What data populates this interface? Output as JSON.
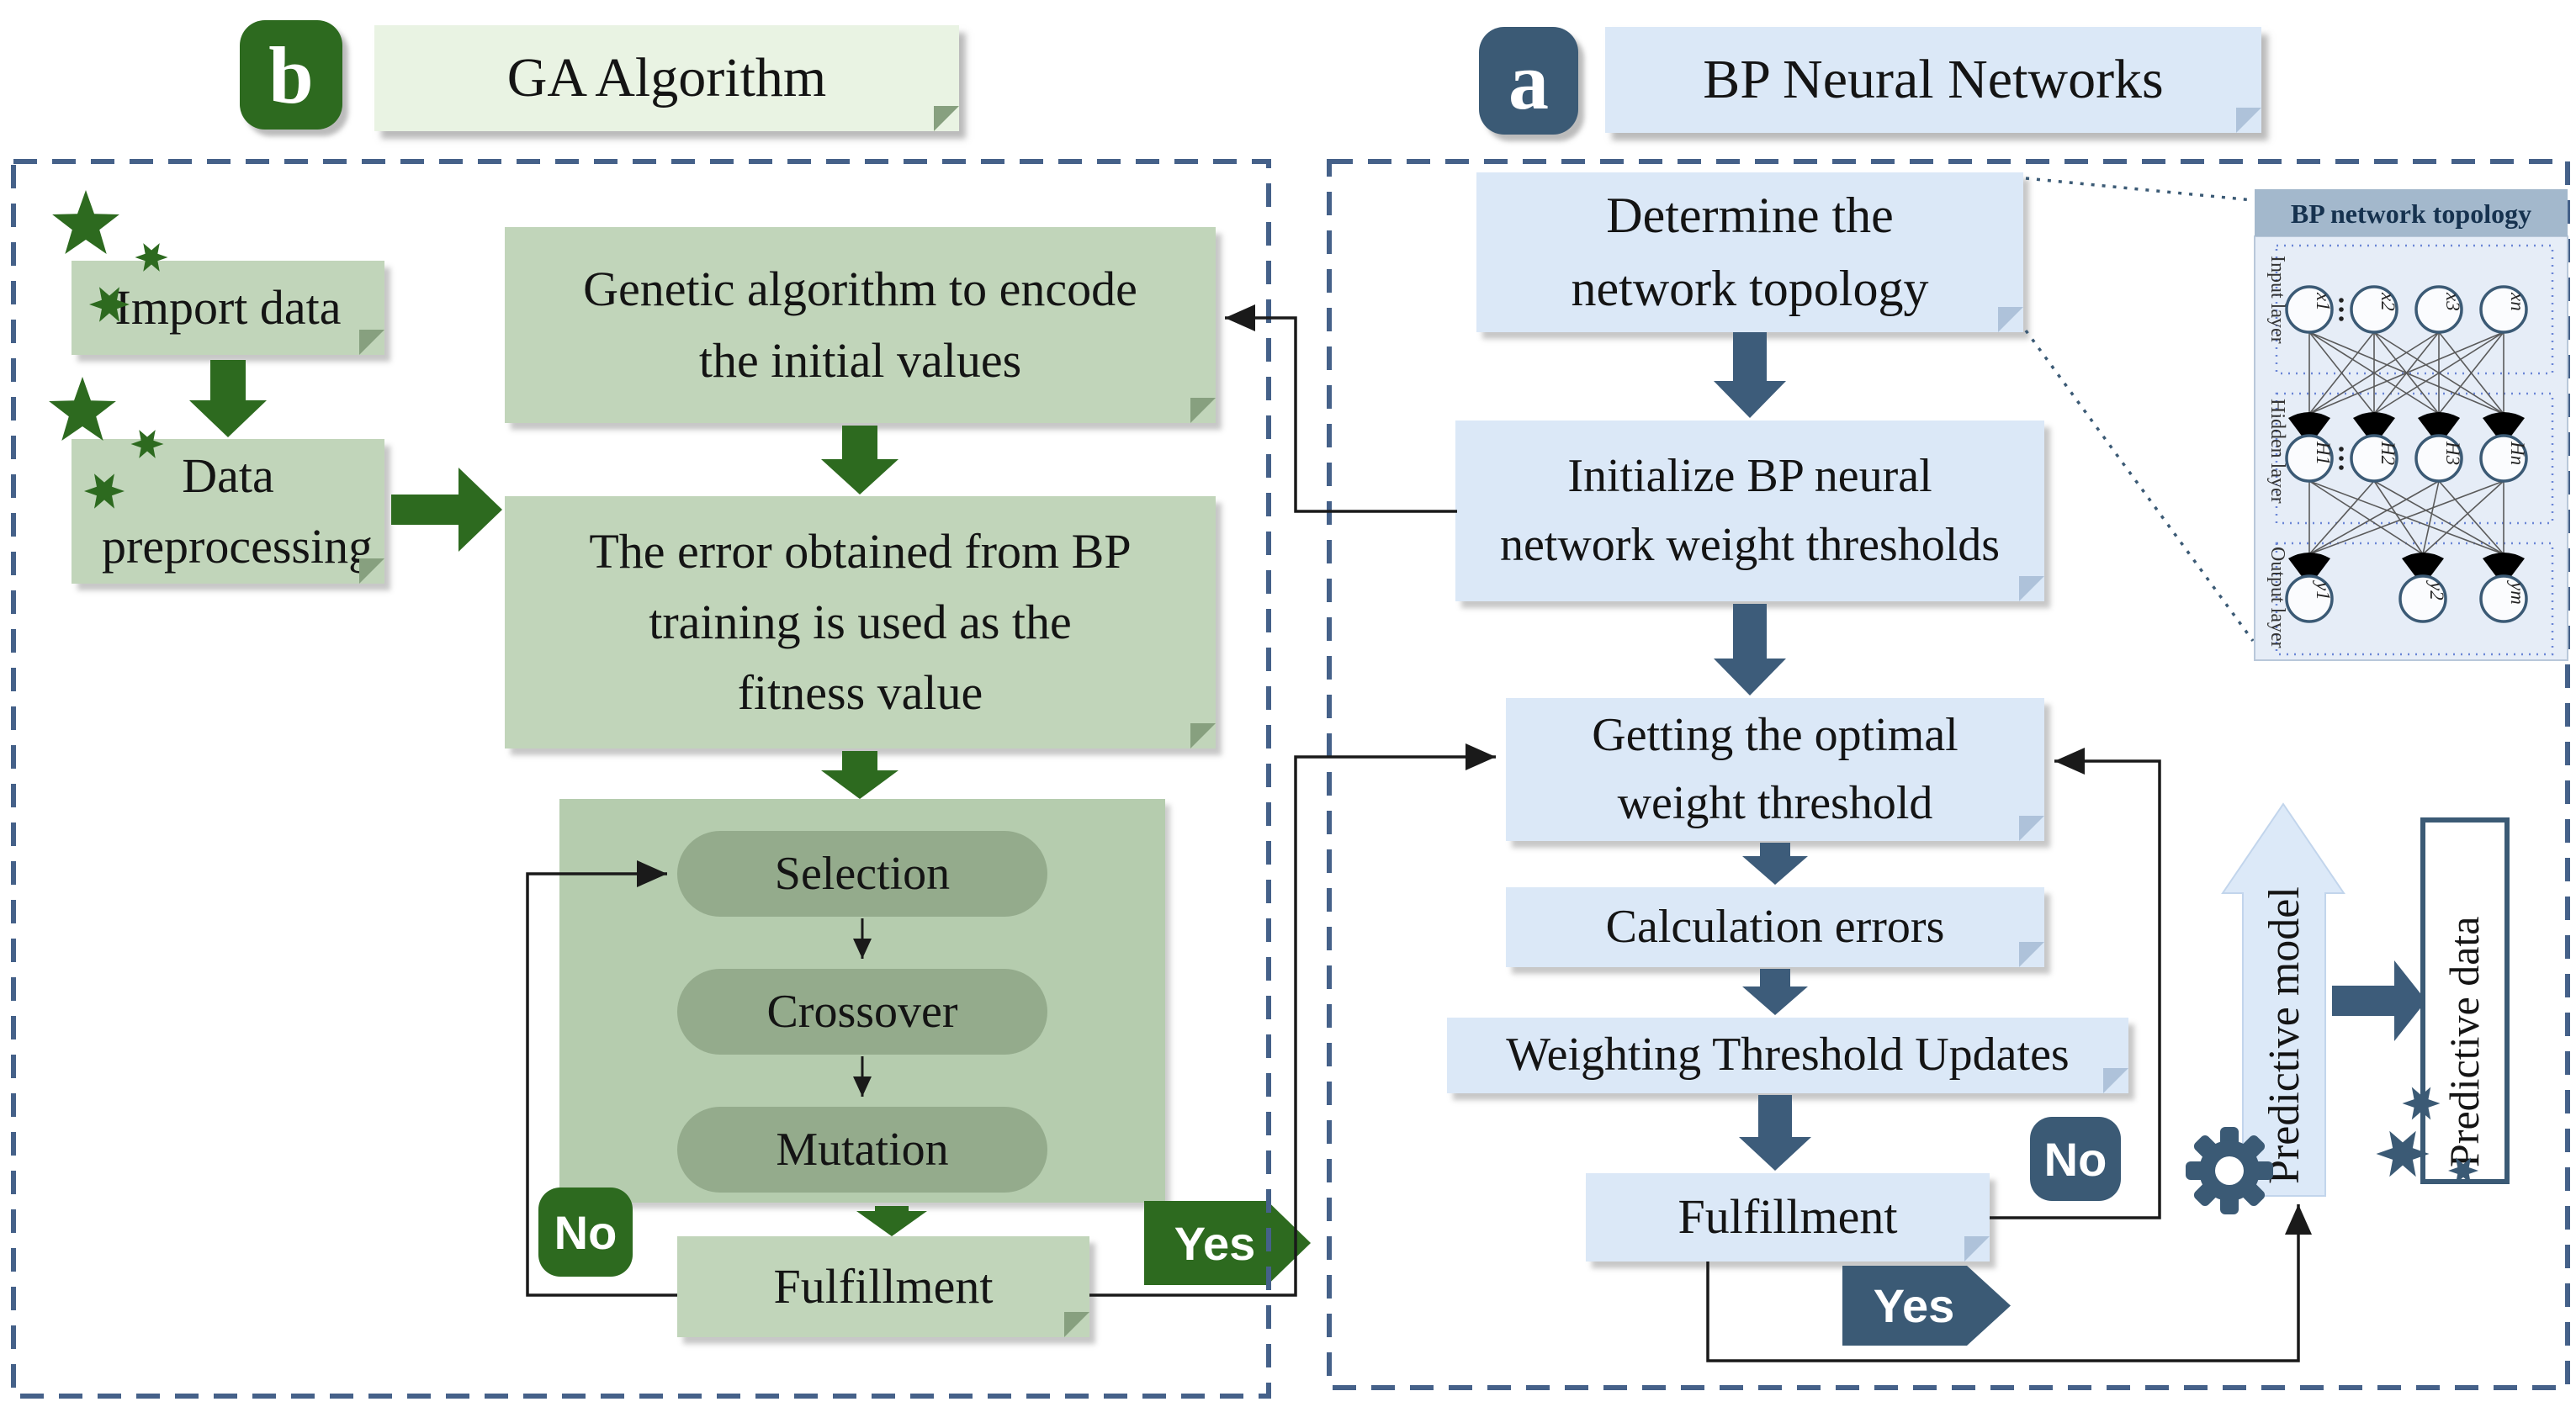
{
  "ga": {
    "badge": "b",
    "title": "GA Algorithm",
    "import_box": "Import data",
    "preprocess_box": "Data preprocessing",
    "encode_box": "Genetic algorithm to encode the initial values",
    "fitness_box": "The error obtained from BP training is used as the fitness value",
    "selection": "Selection",
    "crossover": "Crossover",
    "mutation": "Mutation",
    "fulfillment": "Fulfillment",
    "no_label": "No",
    "yes_label": "Yes"
  },
  "bp": {
    "badge": "a",
    "title": "BP Neural Networks",
    "determine_box": "Determine the network topology",
    "initialize_box": "Initialize BP neural network weight thresholds",
    "getting_box": "Getting the optimal weight threshold",
    "calculation_box": "Calculation errors",
    "weighting_box": "Weighting Threshold Updates",
    "fulfillment": "Fulfillment",
    "no_label": "No",
    "yes_label": "Yes",
    "predictive_model": "Predictive model",
    "predictive_data": "Predictive data"
  },
  "inset": {
    "title": "BP network topology",
    "layers": [
      "Input layer",
      "Hidden layer",
      "Output layer"
    ],
    "input_nodes": [
      "x1",
      "x2",
      "x3",
      "xn"
    ],
    "hidden_nodes": [
      "H1",
      "H2",
      "H3",
      "Hn"
    ],
    "output_nodes": [
      "y1",
      "y2",
      "ym"
    ]
  },
  "colors": {
    "green_dark": "#2d6a1f",
    "green_box": "#c1d5ba",
    "green_container": "#b5ccae",
    "green_pill": "#94ab8c",
    "green_header": "#e9f3e3",
    "blue_box": "#dbe8f7",
    "slate": "#3b5a75",
    "inset_bar": "#a3b8cc",
    "inset_bg": "#e6edf7",
    "panel_dash": "#456189",
    "line": "#1a1a1a"
  }
}
